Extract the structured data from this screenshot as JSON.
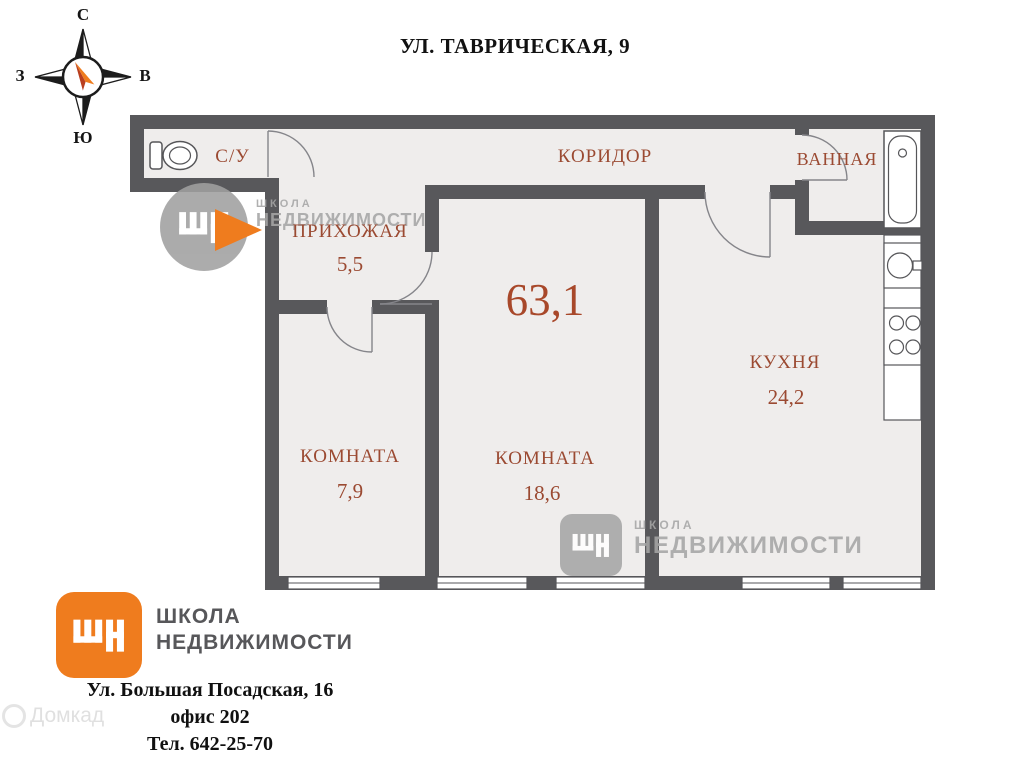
{
  "title": "УЛ. ТАВРИЧЕСКАЯ, 9",
  "compass": {
    "north": "С",
    "east": "В",
    "south": "Ю",
    "west": "З"
  },
  "plan": {
    "total_area": "63,1",
    "labels": {
      "wc": "С/У",
      "corridor": "КОРИДОР",
      "bathroom": "ВАННАЯ",
      "hallway": "ПРИХОЖАЯ",
      "hallway_area": "5,5",
      "kitchen": "КУХНЯ",
      "kitchen_area": "24,2",
      "room_left": "КОМНАТА",
      "room_left_area": "7,9",
      "room_center": "КОМНАТА",
      "room_center_area": "18,6"
    }
  },
  "branding": {
    "name_line1": "ШКОЛА",
    "name_line2": "НЕДВИЖИМОСТИ"
  },
  "watermarks": {
    "school_line1": "ШКОЛА",
    "school_line2": "НЕДВИЖИМОСТИ",
    "corner_text": "Домкад"
  },
  "footer": {
    "address": "Ул. Большая Посадская, 16",
    "office": "офис 202",
    "phone": "Тел. 642-25-70"
  },
  "colors": {
    "wall": "#58585b",
    "floor": "#efedec",
    "room_label": "#9b4a32",
    "total_area": "#a8482a",
    "brand_orange": "#ef7c1e",
    "watermark_gray": "#a6a6a6"
  }
}
